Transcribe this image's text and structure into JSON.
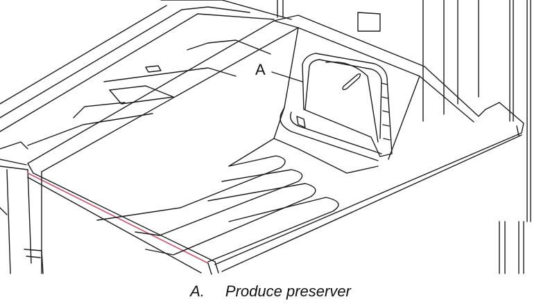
{
  "figure": {
    "callout_letter": "A"
  },
  "caption": {
    "letter": "A.",
    "text": "Produce preserver"
  },
  "colors": {
    "line": "#1a1a1a",
    "rim_highlight": "#c0506a",
    "background": "#ffffff"
  }
}
